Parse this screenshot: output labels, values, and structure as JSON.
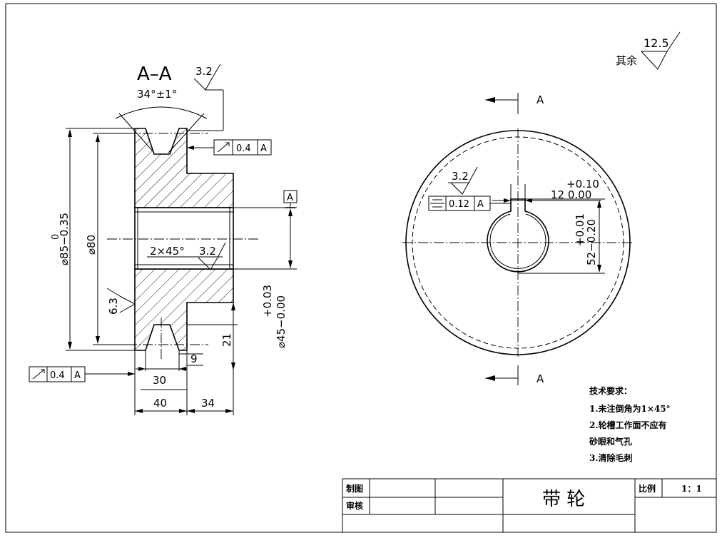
{
  "drawing": {
    "section_label": "A–A",
    "groove_angle": "34°±1°",
    "roughness_groove": "3.2",
    "roughness_bore": "3.2",
    "roughness_face": "6.3",
    "roughness_keyway": "3.2",
    "roughness_general": "12.5",
    "general_prefix": "其余",
    "runout_value": "0.4",
    "datum": "A",
    "symmetry_value": "0.12",
    "chamfer": "2×45°",
    "dim_outer_upper": "0",
    "dim_outer": "⌀85−0.35",
    "dim_hub": "⌀80",
    "dim_bore_tol": "+0.03",
    "dim_bore": "⌀45−0.00",
    "dim_21": "21",
    "dim_9": "9",
    "dim_30": "30",
    "dim_40": "40",
    "dim_34": "34",
    "keyway_width_tol": "+0.10",
    "keyway_width": "12  0.00",
    "keyway_depth_tol": "+0.01",
    "keyway_depth": "52−0.20",
    "section_mark_top": "A",
    "section_mark_bottom": "A"
  },
  "notes": {
    "heading": "技术要求：",
    "items": [
      "1.未注倒角为1×45°",
      "2.轮槽工作面不应有",
      "砂眼和气孔",
      "3.清除毛刺"
    ]
  },
  "title_block": {
    "drawn_label": "制图",
    "checked_label": "审核",
    "part_name": "带 轮",
    "scale_label": "比例",
    "scale_value": "1：1"
  }
}
